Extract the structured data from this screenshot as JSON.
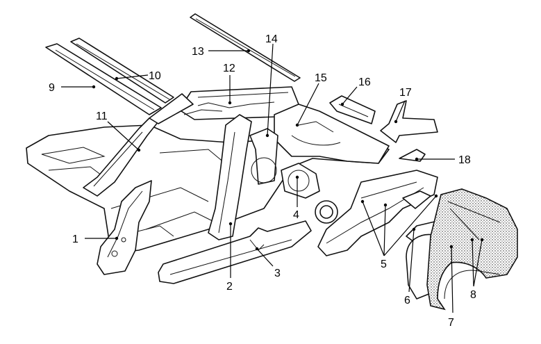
{
  "callouts": [
    {
      "id": "1",
      "label": "1"
    },
    {
      "id": "2",
      "label": "2"
    },
    {
      "id": "3",
      "label": "3"
    },
    {
      "id": "4",
      "label": "4"
    },
    {
      "id": "5",
      "label": "5"
    },
    {
      "id": "6",
      "label": "6"
    },
    {
      "id": "7",
      "label": "7"
    },
    {
      "id": "8",
      "label": "8"
    },
    {
      "id": "9",
      "label": "9"
    },
    {
      "id": "10",
      "label": "10"
    },
    {
      "id": "11",
      "label": "11"
    },
    {
      "id": "12",
      "label": "12"
    },
    {
      "id": "13",
      "label": "13"
    },
    {
      "id": "14",
      "label": "14"
    },
    {
      "id": "15",
      "label": "15"
    },
    {
      "id": "16",
      "label": "16"
    },
    {
      "id": "17",
      "label": "17"
    },
    {
      "id": "18",
      "label": "18"
    }
  ],
  "colors": {
    "ink": "#111111",
    "paper": "#ffffff"
  }
}
